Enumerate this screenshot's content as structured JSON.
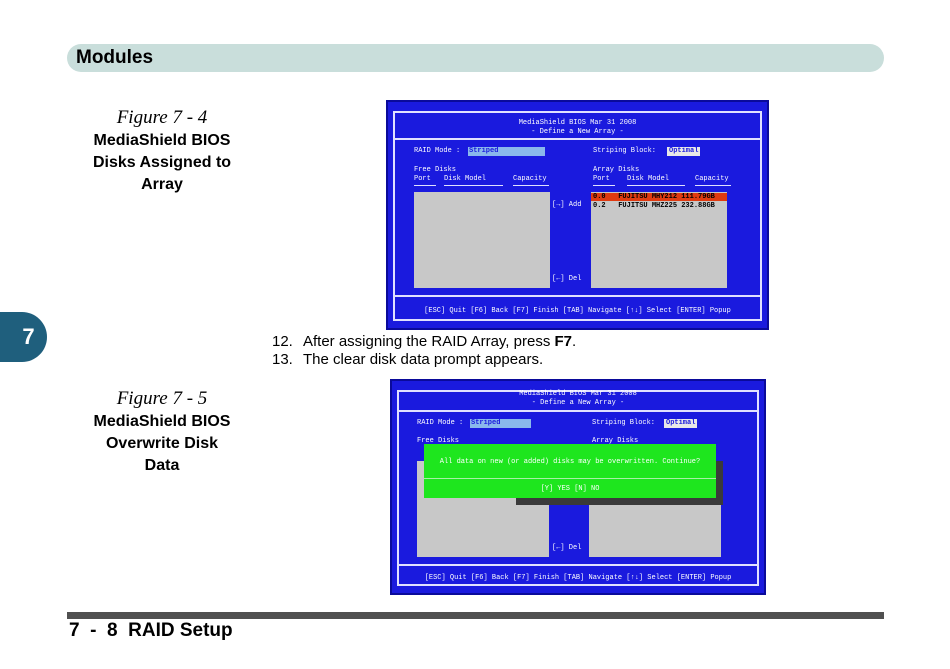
{
  "header": {
    "title": "Modules"
  },
  "chapter_tab": "7",
  "figures": [
    {
      "number": "Figure 7 - 4",
      "caption_lines": [
        "MediaShield BIOS",
        "Disks Assigned to",
        "Array"
      ]
    },
    {
      "number": "Figure 7 - 5",
      "caption_lines": [
        "MediaShield BIOS",
        "Overwrite Disk",
        "Data"
      ]
    }
  ],
  "steps": [
    {
      "num": "12.",
      "before": "After assigning the RAID Array, press ",
      "bold": "F7",
      "after": "."
    },
    {
      "num": "13.",
      "text": "The clear disk data prompt appears."
    }
  ],
  "footer": {
    "title": "7  -  8  RAID Setup"
  },
  "bios1": {
    "title": "MediaShield BIOS   Mar 31 2008",
    "subtitle": "- Define a New Array -",
    "raid_mode_label": "RAID Mode :",
    "raid_mode_value": "Striped",
    "striping_label": "Striping Block:",
    "striping_value": "Optimal",
    "free_disks": "Free Disks",
    "array_disks": "Array Disks",
    "col_port": "Port",
    "col_model": "Disk Model",
    "col_capacity": "Capacity",
    "add": "[→]  Add",
    "del": "[←]  Del",
    "rows": [
      {
        "port": "0.0",
        "model": "FUJITSU MHY212",
        "capacity": "111.79GB"
      },
      {
        "port": "0.2",
        "model": "FUJITSU MHZ225",
        "capacity": "232.88GB"
      }
    ],
    "help": "[ESC] Quit  [F6] Back  [F7] Finish  [TAB] Navigate [↑↓] Select [ENTER] Popup"
  },
  "bios2": {
    "title": "MediaShield BIOS  Mar 31 2008",
    "subtitle": "- Define a New Array -",
    "raid_mode_label": "RAID Mode :",
    "raid_mode_value": "Striped",
    "striping_label": "Striping Block:",
    "striping_value": "Optimal",
    "free_disks": "Free Disks",
    "array_disks": "Array Disks",
    "del": "[←]  Del",
    "dialog_message": "All data on new (or added) disks may be overwritten. Continue?",
    "dialog_options": "[Y] YES  [N] NO",
    "help": "[ESC] Quit  [F6] Back  [F7] Finish  [TAB] Navigate [↑↓] Select [ENTER] Popup"
  },
  "colors": {
    "bios_background": "#1a1ade",
    "dialog_background": "#1ee61e",
    "selected_row": "#e03a10",
    "header_bar": "#c9dedb",
    "chapter_tab": "#1f5f7d"
  }
}
